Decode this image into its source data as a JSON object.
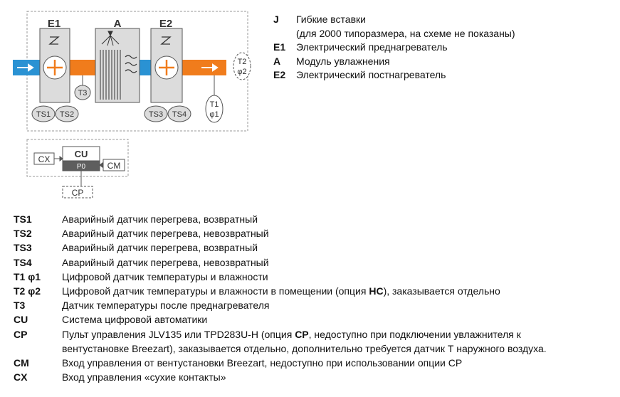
{
  "diagram": {
    "labels": {
      "e1": "E1",
      "a": "A",
      "e2": "E2",
      "t3": "T3",
      "ts1": "TS1",
      "ts2": "TS2",
      "ts3": "TS3",
      "ts4": "TS4",
      "t1": "T1",
      "phi1": "φ1",
      "t2": "T2",
      "phi2": "φ2",
      "cu": "CU",
      "p0": "P0",
      "cx": "CX",
      "cm": "CM",
      "cp": "CP"
    },
    "colors": {
      "duct_blue": "#2a92d3",
      "duct_orange": "#f07c1c",
      "box_fill": "#dcdcdc",
      "frame": "#8a8a8a",
      "cu_dark": "#5e5e5e"
    }
  },
  "legend_top": [
    {
      "key": "J",
      "text": "Гибкие вставки"
    },
    {
      "key": "",
      "text": "(для 2000 типоразмера, на схеме не показаны)"
    },
    {
      "key": "E1",
      "text": "Электрический преднагреватель"
    },
    {
      "key": "A",
      "text": "Модуль увлажнения"
    },
    {
      "key": "E2",
      "text": "Электрический постнагреватель"
    }
  ],
  "legend_bottom": [
    {
      "key": "TS1",
      "text": "Аварийный датчик перегрева, возвратный"
    },
    {
      "key": "TS2",
      "text": "Аварийный датчик перегрева, невозвратный"
    },
    {
      "key": "TS3",
      "text": "Аварийный датчик перегрева, возвратный"
    },
    {
      "key": "TS4",
      "text": "Аварийный датчик перегрева, невозвратный"
    },
    {
      "key": "T1 φ1",
      "text": "Цифровой датчик температуры и влажности"
    },
    {
      "key": "T2 φ2",
      "text_a": "Цифровой датчик температуры и влажности в помещении (опция ",
      "text_b": "HC",
      "text_c": "), заказывается отдельно"
    },
    {
      "key": "T3",
      "text": "Датчик температуры после преднагревателя"
    },
    {
      "key": "CU",
      "text": "Система цифровой автоматики"
    },
    {
      "key": "CP",
      "text_a": "Пульт управления JLV135 или TPD283U-H (опция ",
      "text_b": "CP",
      "text_c": ", недоступно при подключении увлажнителя к"
    },
    {
      "key": "",
      "text": "вентустановке Breezart), заказывается отдельно, дополнительно требуется датчик Т наружного воздуха."
    },
    {
      "key": "CM",
      "text": "Вход управления от вентустановки Breezart, недоступно при использовании опции CP"
    },
    {
      "key": "CX",
      "text": "Вход управления «сухие контакты»"
    }
  ]
}
